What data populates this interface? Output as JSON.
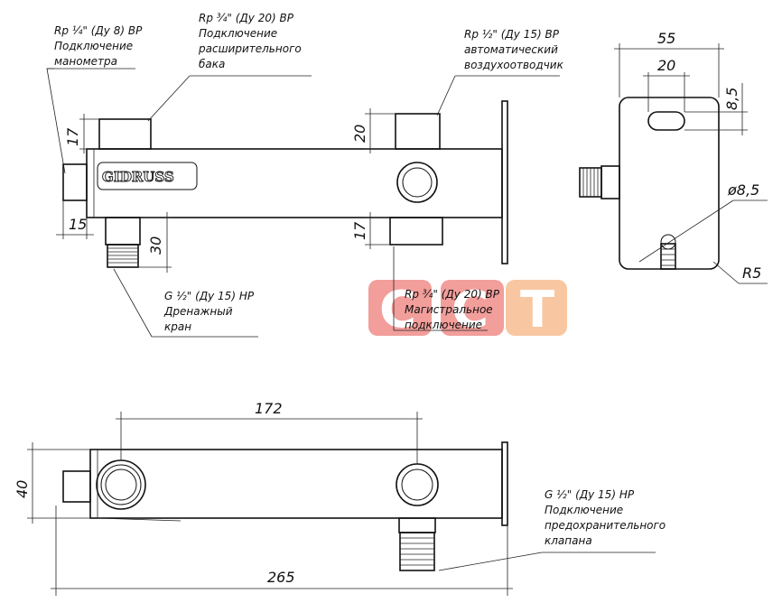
{
  "notes": {
    "manometer": [
      "Rp ¼\" (Ду 8) ВР",
      "Подключение",
      "манометра"
    ],
    "tank": [
      "Rp ¾\" (Ду 20) ВР",
      "Подключение",
      "расширительного",
      "бака"
    ],
    "air_vent": [
      "Rp ½\" (Ду 15) ВР",
      "автоматический",
      "воздухоотводчик"
    ],
    "drain": [
      "G ½\" (Ду 15) НР",
      "Дренажный",
      "кран"
    ],
    "main": [
      "Rp ¾\" (Ду 20) ВР",
      "Магистральное",
      "подключение"
    ],
    "safety": [
      "G ½\" (Ду 15) НР",
      "Подключение",
      "предохранительного",
      "клапана"
    ]
  },
  "dimensions": {
    "d17_left": "17",
    "d15": "15",
    "d30": "30",
    "d20_top": "20",
    "d17_right": "17",
    "d55": "55",
    "d20_side": "20",
    "d8_5": "8,5",
    "d_dia": "ø8,5",
    "d_r5": "R5",
    "d172": "172",
    "d40": "40",
    "d265": "265"
  },
  "logo": "GIDRUSS",
  "watermark": {
    "letters": [
      "С",
      "С",
      "Т"
    ],
    "colors": [
      "#e8504a",
      "#e8504a",
      "#f39a55"
    ]
  }
}
